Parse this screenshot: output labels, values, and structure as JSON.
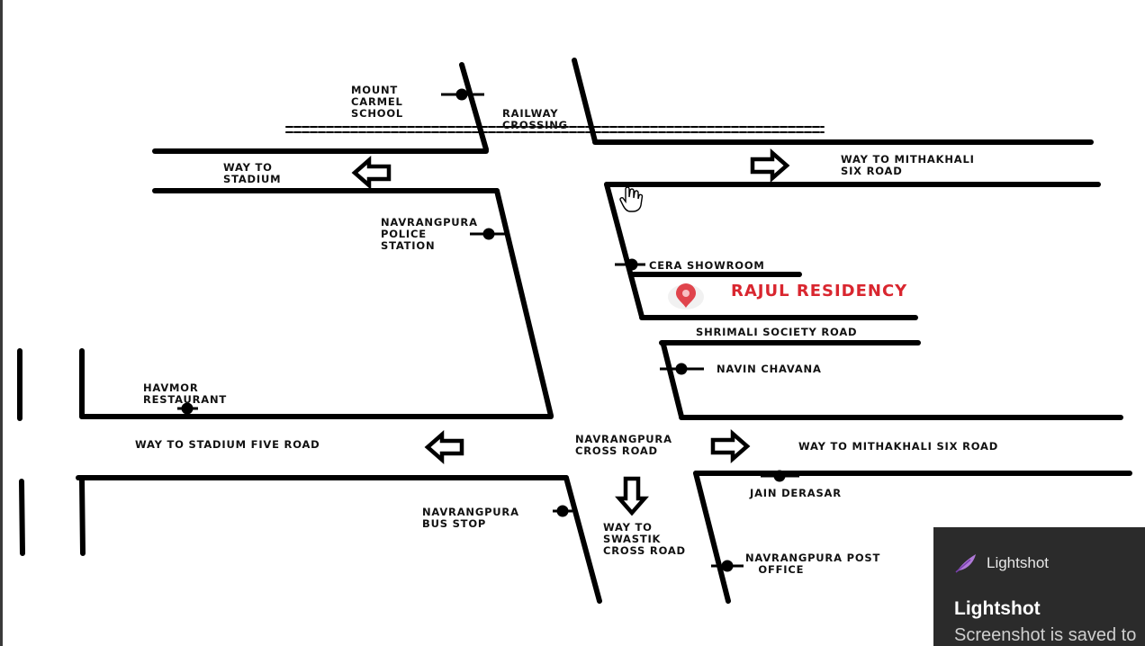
{
  "map": {
    "landmarks": {
      "mount_carmel": "MOUNT\nCARMEL\nSCHOOL",
      "railway_crossing": "RAILWAY\nCROSSING",
      "way_to_stadium": "WAY TO\nSTADIUM",
      "way_to_mithakhali_six_road_top": "WAY TO MITHAKHALI\nSIX ROAD",
      "police_station": "NAVRANGPURA\nPOLICE\nSTATION",
      "cera_showroom": "CERA SHOWROOM",
      "rajul_residency": "RAJUL RESIDENCY",
      "shrimali_society_road": "SHRIMALI SOCIETY ROAD",
      "navin_chavana": "NAVIN CHAVANA",
      "havmor_restaurant": "HAVMOR\nRESTAURANT",
      "way_to_stadium_five_road": "WAY TO STADIUM FIVE ROAD",
      "navrangpura_cross_road": "NAVRANGPURA\nCROSS ROAD",
      "way_to_mithakhali_six_road_bottom": "WAY TO MITHAKHALI SIX ROAD",
      "jain_derasar": "JAIN DERASAR",
      "bus_stop": "NAVRANGPURA\nBUS STOP",
      "way_to_swastik": "WAY TO\nSWASTIK\nCROSS ROAD",
      "post_office": "NAVRANGPURA POST\n   OFFICE"
    },
    "colors": {
      "road": "#000000",
      "pin": "#e0444c",
      "title": "#d9262f"
    },
    "icons": {
      "cursor": "hand-cursor-icon",
      "pin": "location-pin-icon"
    }
  },
  "toast": {
    "app_name": "Lightshot",
    "title": "Lightshot",
    "message": "Screenshot is saved to",
    "icon": "feather-icon",
    "background": "#2b2b2b"
  }
}
